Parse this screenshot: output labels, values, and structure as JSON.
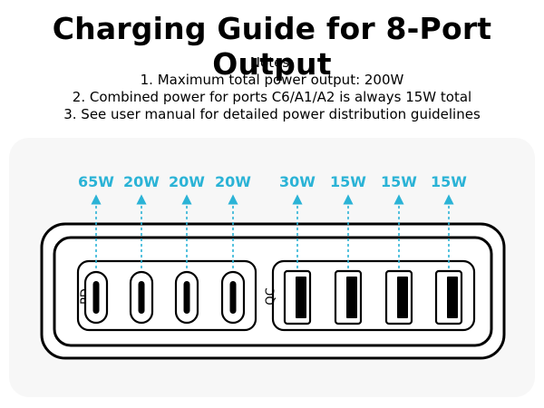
{
  "title": "Charging Guide for 8-Port Output",
  "notes": {
    "heading": "Notes:",
    "items": [
      "1. Maximum total power output: 200W",
      "2. Combined power for ports C6/A1/A2 is always 15W total",
      "3. See user manual for detailed power distribution guidelines"
    ]
  },
  "colors": {
    "accent": "#2bb3d6",
    "outline": "#000000",
    "panel": "#f7f7f7"
  },
  "groups": {
    "pd_label": "PD",
    "qc_label": "QC"
  },
  "ports": [
    {
      "type": "usb-c",
      "watts": "65W"
    },
    {
      "type": "usb-c",
      "watts": "20W"
    },
    {
      "type": "usb-c",
      "watts": "20W"
    },
    {
      "type": "usb-c",
      "watts": "20W"
    },
    {
      "type": "usb-a",
      "watts": "30W"
    },
    {
      "type": "usb-a",
      "watts": "15W"
    },
    {
      "type": "usb-a",
      "watts": "15W"
    },
    {
      "type": "usb-a",
      "watts": "15W"
    }
  ]
}
